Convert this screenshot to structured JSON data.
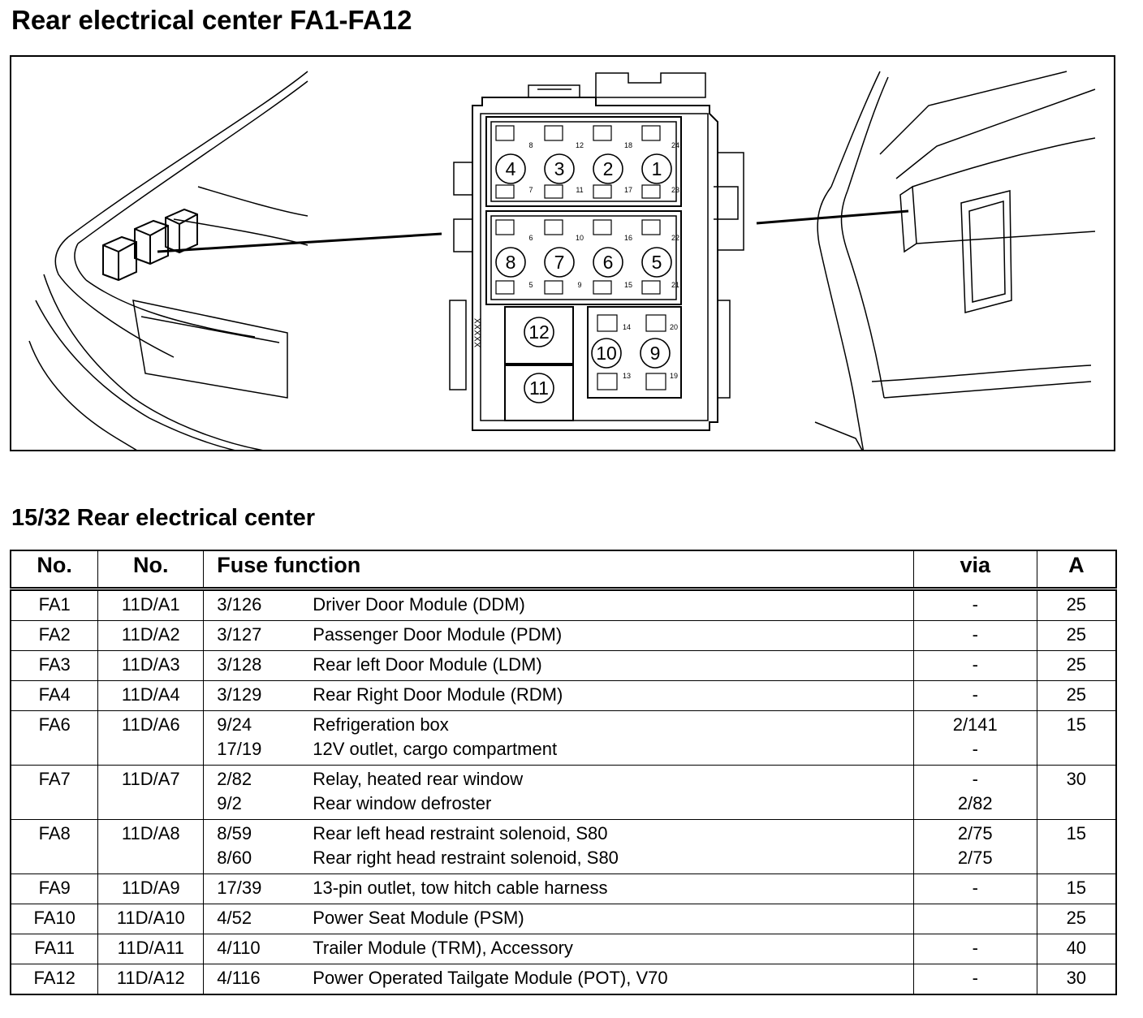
{
  "header": {
    "title": "Rear electrical center FA1-FA12"
  },
  "diagram": {
    "fuse_positions": [
      "1",
      "2",
      "3",
      "4",
      "5",
      "6",
      "7",
      "8",
      "9",
      "10",
      "11",
      "12"
    ],
    "terminal_numbers": [
      "8",
      "12",
      "18",
      "24",
      "7",
      "11",
      "17",
      "23",
      "6",
      "10",
      "16",
      "22",
      "5",
      "9",
      "15",
      "21",
      "14",
      "20",
      "13",
      "19"
    ],
    "marking": "XXXXX"
  },
  "section": {
    "title": "15/32 Rear electrical center"
  },
  "table": {
    "headers": [
      "No.",
      "No.",
      "Fuse function",
      "via",
      "A"
    ],
    "rows": [
      {
        "no": "FA1",
        "ref": "11D/A1",
        "lines": [
          {
            "code": "3/126",
            "desc": "Driver Door Module (DDM)",
            "via": "-"
          }
        ],
        "amp": "25"
      },
      {
        "no": "FA2",
        "ref": "11D/A2",
        "lines": [
          {
            "code": "3/127",
            "desc": "Passenger Door Module (PDM)",
            "via": "-"
          }
        ],
        "amp": "25"
      },
      {
        "no": "FA3",
        "ref": "11D/A3",
        "lines": [
          {
            "code": "3/128",
            "desc": "Rear left Door Module (LDM)",
            "via": "-"
          }
        ],
        "amp": "25"
      },
      {
        "no": "FA4",
        "ref": "11D/A4",
        "lines": [
          {
            "code": "3/129",
            "desc": "Rear Right Door Module (RDM)",
            "via": "-"
          }
        ],
        "amp": "25"
      },
      {
        "no": "FA6",
        "ref": "11D/A6",
        "lines": [
          {
            "code": "9/24",
            "desc": "Refrigeration box",
            "via": "2/141"
          },
          {
            "code": "17/19",
            "desc": "12V outlet, cargo compartment",
            "via": "-"
          }
        ],
        "amp": "15"
      },
      {
        "no": "FA7",
        "ref": "11D/A7",
        "lines": [
          {
            "code": "2/82",
            "desc": "Relay, heated rear window",
            "via": "-"
          },
          {
            "code": "9/2",
            "desc": "Rear window defroster",
            "via": "2/82"
          }
        ],
        "amp": "30"
      },
      {
        "no": "FA8",
        "ref": "11D/A8",
        "lines": [
          {
            "code": "8/59",
            "desc": "Rear left head restraint solenoid, S80",
            "via": "2/75"
          },
          {
            "code": "8/60",
            "desc": "Rear right head restraint solenoid, S80",
            "via": "2/75"
          }
        ],
        "amp": "15"
      },
      {
        "no": "FA9",
        "ref": "11D/A9",
        "lines": [
          {
            "code": "17/39",
            "desc": "13-pin outlet, tow hitch cable harness",
            "via": "-"
          }
        ],
        "amp": "15"
      },
      {
        "no": "FA10",
        "ref": "11D/A10",
        "lines": [
          {
            "code": "4/52",
            "desc": "Power Seat Module (PSM)",
            "via": ""
          }
        ],
        "amp": "25"
      },
      {
        "no": "FA11",
        "ref": "11D/A11",
        "lines": [
          {
            "code": "4/110",
            "desc": "Trailer Module (TRM), Accessory",
            "via": "-"
          }
        ],
        "amp": "40"
      },
      {
        "no": "FA12",
        "ref": "11D/A12",
        "lines": [
          {
            "code": "4/116",
            "desc": "Power Operated Tailgate Module (POT), V70",
            "via": "-"
          }
        ],
        "amp": "30"
      }
    ]
  }
}
